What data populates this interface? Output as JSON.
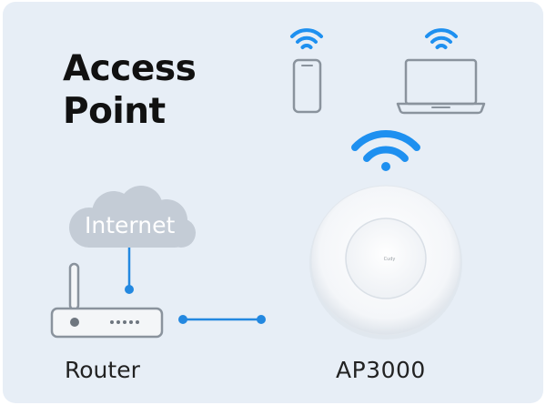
{
  "diagram": {
    "title_line1": "Access",
    "title_line2": "Point",
    "internet_label": "Internet",
    "router_label": "Router",
    "ap_label": "AP3000",
    "device_brand": "Cudy"
  },
  "colors": {
    "background": "#e7eef6",
    "wifi_blue": "#1e90f0",
    "cloud": "#c4ccd6",
    "device_outline": "#8a939d",
    "link_blue": "#2388e0"
  },
  "icons": [
    "wifi-icon",
    "phone-icon",
    "laptop-icon",
    "cloud-icon",
    "router-icon",
    "access-point-icon"
  ]
}
